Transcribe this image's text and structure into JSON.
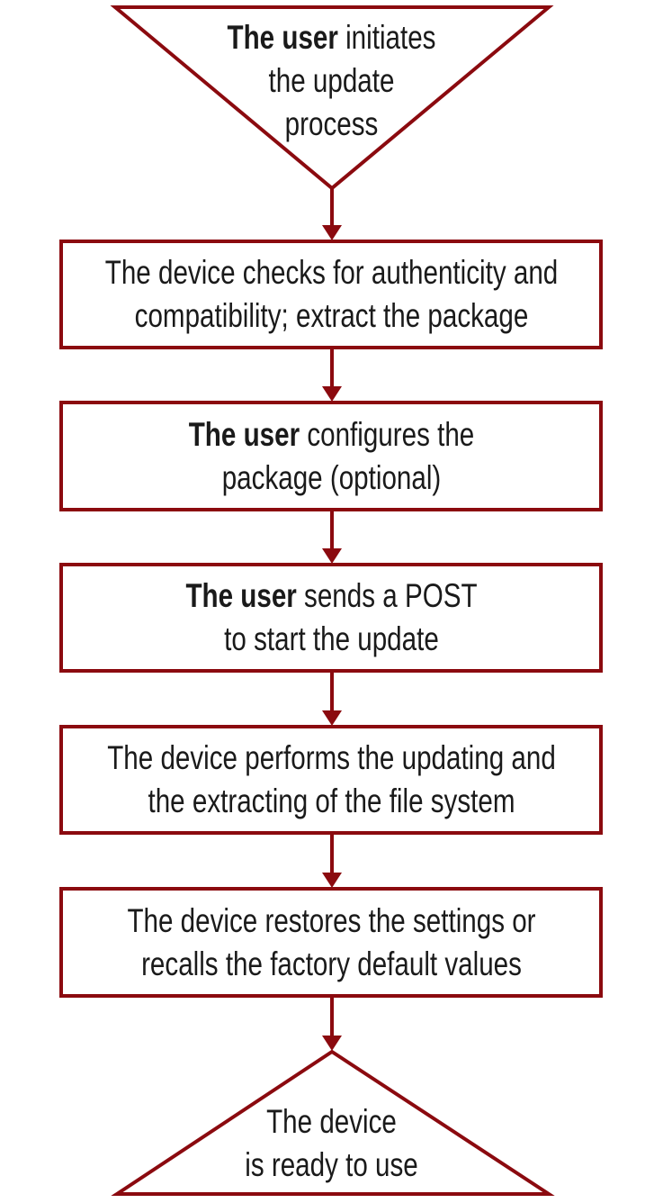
{
  "colors": {
    "stroke": "#8b0a0f",
    "text": "#1a1a1a"
  },
  "steps": [
    {
      "shape": "start-triangle",
      "lines": [
        [
          {
            "bold": "The user"
          },
          {
            "text": " initiates"
          }
        ],
        [
          {
            "text": "the update"
          }
        ],
        [
          {
            "text": "process"
          }
        ]
      ]
    },
    {
      "shape": "box",
      "lines": [
        [
          {
            "text": "The device checks for authenticity and"
          }
        ],
        [
          {
            "text": "compatibility; extract the package"
          }
        ]
      ]
    },
    {
      "shape": "box",
      "lines": [
        [
          {
            "bold": "The user"
          },
          {
            "text": " configures the"
          }
        ],
        [
          {
            "text": "package (optional)"
          }
        ]
      ]
    },
    {
      "shape": "box",
      "lines": [
        [
          {
            "bold": "The user"
          },
          {
            "text": " sends a POST"
          }
        ],
        [
          {
            "text": "to start the update"
          }
        ]
      ]
    },
    {
      "shape": "box",
      "lines": [
        [
          {
            "text": "The device performs the updating and"
          }
        ],
        [
          {
            "text": "the extracting of the file system"
          }
        ]
      ]
    },
    {
      "shape": "box",
      "lines": [
        [
          {
            "text": "The device restores the settings or"
          }
        ],
        [
          {
            "text": "recalls the factory default values"
          }
        ]
      ]
    },
    {
      "shape": "end-triangle",
      "lines": [
        [
          {
            "text": "The device"
          }
        ],
        [
          {
            "text": "is ready to use"
          }
        ]
      ]
    }
  ]
}
